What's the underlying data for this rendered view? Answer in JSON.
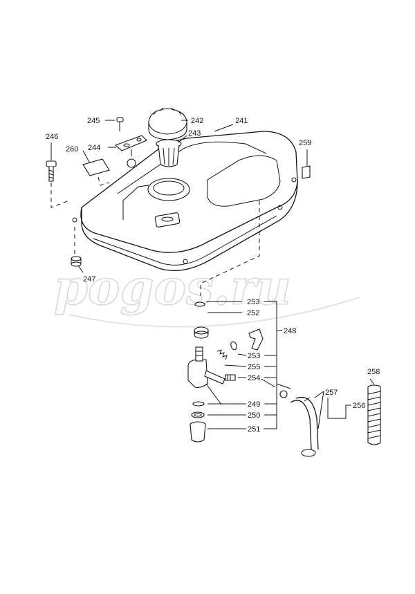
{
  "watermark": "pogos.ru",
  "labels": {
    "p241": "241",
    "p242": "242",
    "p243": "243",
    "p244": "244",
    "p245": "245",
    "p246": "246",
    "p247": "247",
    "p248": "248",
    "p249": "249",
    "p250": "250",
    "p251": "251",
    "p252": "252",
    "p253a": "253",
    "p253b": "253",
    "p254": "254",
    "p255": "255",
    "p256": "256",
    "p257": "257",
    "p258": "258",
    "p259": "259",
    "p260": "260"
  }
}
